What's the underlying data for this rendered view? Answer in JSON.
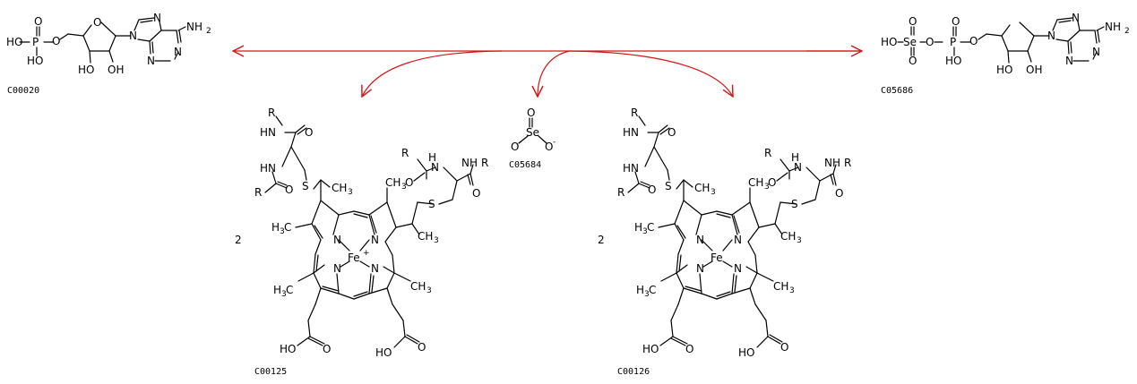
{
  "reaction": {
    "arrow_color": "#d01818",
    "compounds": [
      {
        "id": "C00020",
        "coef": ""
      },
      {
        "id": "C00125",
        "coef": "2"
      },
      {
        "id": "C05684",
        "coef": ""
      },
      {
        "id": "C00126",
        "coef": "2"
      },
      {
        "id": "C05686",
        "coef": ""
      }
    ]
  },
  "labels": {
    "amp": {
      "O1": "O",
      "P": "P",
      "HO1": "HO",
      "HO2": "HO",
      "O2": "O",
      "Oring": "O",
      "N9": "N",
      "N7": "N",
      "N3": "N",
      "N1": "N",
      "NH2": "NH",
      "NH2sub": "2",
      "OH3": "HO",
      "OH2": "OH"
    },
    "selenite": {
      "O1": "O",
      "Se": "Se",
      "Om1": "O",
      "Om2": "O",
      "minus1": "-",
      "minus2": "-"
    },
    "aps": {
      "HO": "HO",
      "Se": "Se",
      "O1": "O",
      "P": "P",
      "O2": "O",
      "O3": "O",
      "OH": "HO",
      "O4": "O",
      "Oring": "O",
      "N9": "N",
      "N7": "N",
      "N3": "N",
      "N1": "N",
      "NH2": "NH",
      "NH2sub": "2",
      "OH3": "HO",
      "OH2": "OH"
    },
    "heme_a": {
      "NH1": "HN",
      "R1": "R",
      "O1": "O",
      "NH2": "HN",
      "R2": "R",
      "O2": "O",
      "S1": "S",
      "CH3a": "CH",
      "sub3": "3",
      "R3": "R",
      "NH3": "N",
      "H3": "H",
      "O3": "O",
      "NH4": "N",
      "H4": "H",
      "R4": "R",
      "O4": "O",
      "S2": "S",
      "CH3b": "CH",
      "H3Ca": "H",
      "H3Ca_c": "C",
      "Me1": "",
      "Me2": "",
      "N1": "N",
      "N2": "N",
      "N3": "N",
      "N4": "N",
      "Fe": "Fe",
      "Fe_charge": "+",
      "H3Cb": "H",
      "H3Cb_c": "C",
      "CH3c": "CH",
      "HO1": "HO",
      "O5": "O",
      "HO2": "HO",
      "O6": "O"
    },
    "heme_b": {
      "NH1": "HN",
      "R1": "R",
      "O1": "O",
      "NH2": "HN",
      "R2": "R",
      "O2": "O",
      "S1": "S",
      "CH3a": "CH",
      "sub3": "3",
      "R3": "R",
      "NH3": "N",
      "H3": "H",
      "O3": "O",
      "NH4": "N",
      "H4": "H",
      "R4": "R",
      "O4": "O",
      "S2": "S",
      "CH3b": "CH",
      "H3Ca": "H",
      "H3Ca_c": "C",
      "N1": "N",
      "N2": "N",
      "N3": "N",
      "N4": "N",
      "Fe": "Fe",
      "H3Cb": "H",
      "H3Cb_c": "C",
      "CH3c": "CH",
      "HO1": "HO",
      "O5": "O",
      "HO2": "HO",
      "O6": "O"
    }
  }
}
